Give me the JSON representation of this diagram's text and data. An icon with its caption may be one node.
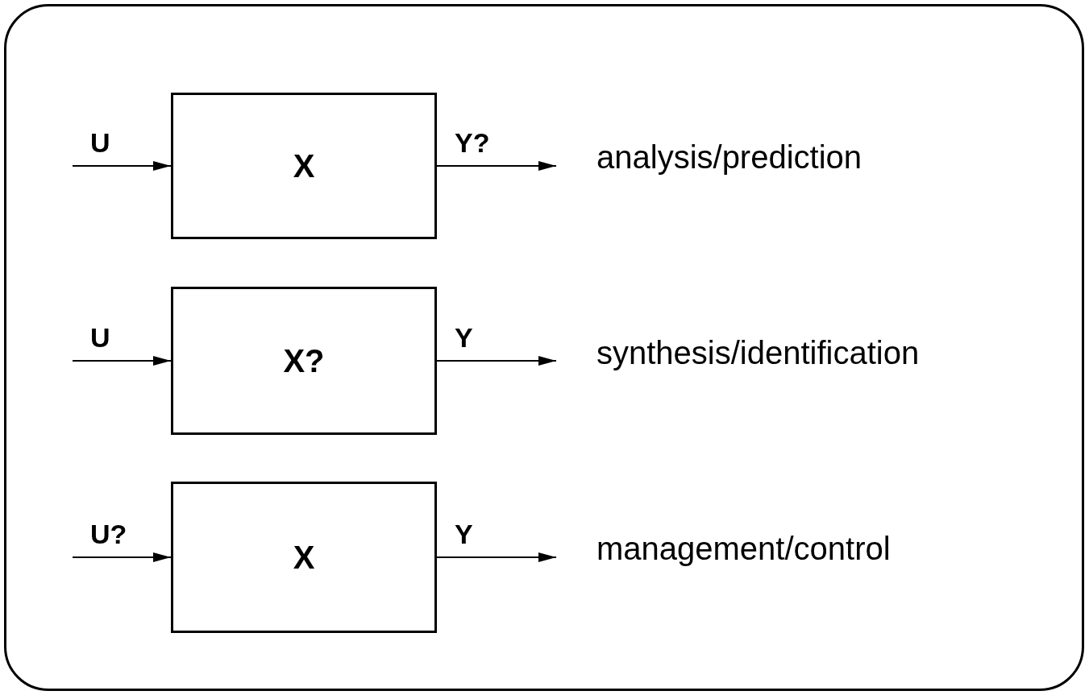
{
  "diagram": {
    "nodes": [
      {
        "text": [],
        "shape": "box"
      },
      {
        "text": [
          "X"
        ],
        "in": 0
      },
      {
        "text": [
          "X?"
        ],
        "in": 0
      },
      {
        "text": [
          "X"
        ],
        "in": 0
      }
    ],
    "edges": [
      {
        "from": null,
        "to": 1,
        "arrow": "to",
        "label": "U"
      },
      {
        "from": 1,
        "to": null,
        "arrow": "to",
        "label": "Y?"
      },
      {
        "from": null,
        "to": 2,
        "arrow": "to",
        "label": "U"
      },
      {
        "from": 2,
        "to": null,
        "arrow": "to",
        "label": "Y"
      },
      {
        "from": null,
        "to": 3,
        "arrow": "to",
        "label": "U?"
      },
      {
        "from": 3,
        "to": null,
        "arrow": "to",
        "label": "Y"
      }
    ],
    "labels": [
      "analysis/prediction",
      "synthesis/identification",
      "management/control"
    ]
  }
}
